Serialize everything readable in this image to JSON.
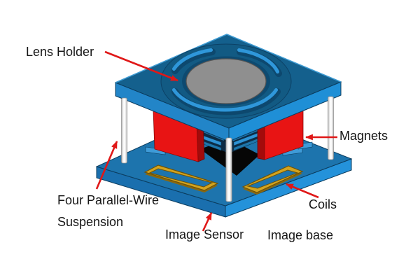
{
  "figure": {
    "type": "3d-assembly-diagram",
    "subject": "camera lens actuator module with parallel-wire suspension",
    "background": "#ffffff",
    "labels": {
      "lens_holder": "Lens Holder",
      "magnets": "Magnets",
      "suspension_line1": "Four Parallel-Wire",
      "suspension_line2": "Suspension",
      "coils": "Coils",
      "image_sensor": "Image Sensor",
      "image_base": "Image base"
    },
    "colors": {
      "plate_top_face": "#14608d",
      "plate_side_bright": "#1f8fd6",
      "plate_side_medium": "#2285c8",
      "base_top_face": "#1d74ad",
      "base_side_left": "#1a6fae",
      "base_side_right": "#2492da",
      "magnet_red": "#e81414",
      "magnet_red_dark": "#a30b0b",
      "coil_gold": "#d2a420",
      "coil_gold_dark": "#8a680e",
      "suspension_wire": "#f2f2f2",
      "lens_gray": "#8f8f8f",
      "sensor_hole_black": "#060606",
      "arrow_red": "#e01818",
      "label_text": "#161616"
    }
  }
}
